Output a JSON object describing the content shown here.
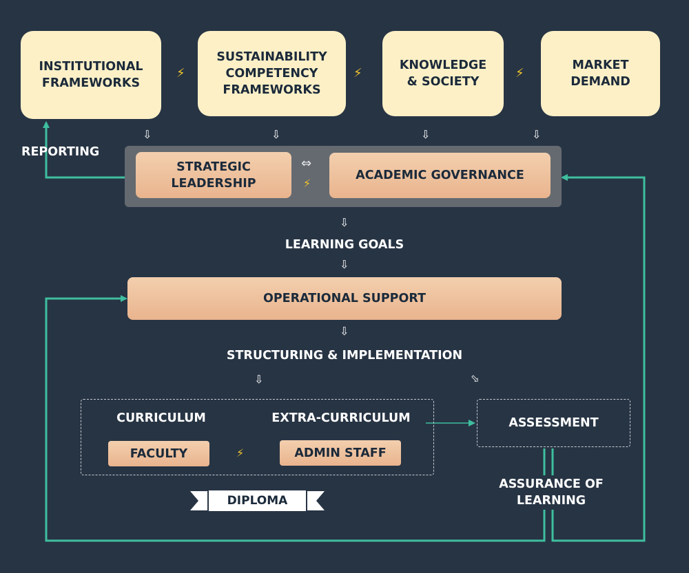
{
  "top_boxes": {
    "institutional": "INSTITUTIONAL\nFRAMEWORKS",
    "sustainability": "SUSTAINABILITY\nCOMPETENCY\nFRAMEWORKS",
    "knowledge": "KNOWLEDGE\n& SOCIETY",
    "market": "MARKET\nDEMAND"
  },
  "leadership": {
    "strategic": "STRATEGIC\nLEADERSHIP",
    "governance": "ACADEMIC GOVERNANCE",
    "exchange_symbol": "⇔"
  },
  "labels": {
    "reporting": "REPORTING",
    "learning_goals": "LEARNING GOALS",
    "operational_support": "OPERATIONAL SUPPORT",
    "structuring": "STRUCTURING & IMPLEMENTATION",
    "curriculum": "CURRICULUM",
    "extra_curriculum": "EXTRA-CURRICULUM",
    "faculty": "FACULTY",
    "admin_staff": "ADMIN STAFF",
    "assessment": "ASSESSMENT",
    "assurance": "ASSURANCE OF\nLEARNING",
    "diploma": "DIPLOMA"
  },
  "symbols": {
    "bolt": "⚡",
    "down_arrow": "⇩",
    "diag_arrow": "⬂"
  },
  "colors": {
    "background": "#273444",
    "top_box": "#fdf0c7",
    "peach": "#eec09c",
    "connector": "#3fbf9f",
    "bolt": "#f2c52a",
    "panel": "#646a70"
  }
}
